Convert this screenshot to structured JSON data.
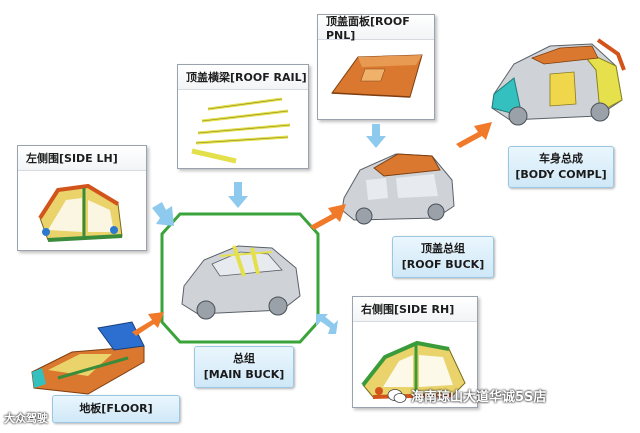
{
  "panels": {
    "side_lh": {
      "title": "左侧围[SIDE LH]"
    },
    "roof_rail": {
      "title": "顶盖横梁[ROOF RAIL]"
    },
    "roof_pnl": {
      "title": "顶盖面板[ROOF PNL]"
    },
    "side_rh": {
      "title": "右侧围[SIDE RH]"
    }
  },
  "labels": {
    "floor": "地板[FLOOR]",
    "main_buck": {
      "line1": "总组",
      "line2": "[MAIN BUCK]"
    },
    "roof_buck": {
      "line1": "顶盖总组",
      "line2": "[ROOF BUCK]"
    },
    "body_compl": {
      "line1": "车身总成",
      "line2": "[BODY COMPL]"
    }
  },
  "watermarks": {
    "left": "大众驾驶",
    "right": "海南琼山大道华诚5S店"
  },
  "colors": {
    "arrow_blue": "#8ec9ee",
    "arrow_orange": "#f07a2a",
    "frame_green": "#3aa43a"
  }
}
